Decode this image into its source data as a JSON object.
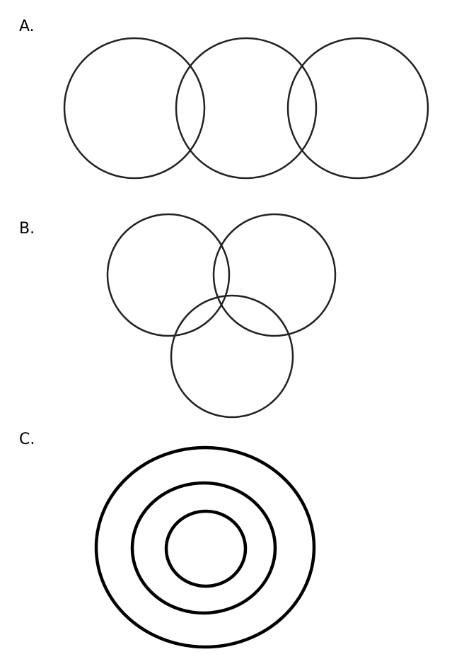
{
  "options": [
    {
      "label": "A."
    },
    {
      "label": "B."
    },
    {
      "label": "C."
    }
  ],
  "colors": {
    "stroke": "#222222",
    "stroke_light": "#8a8a8a",
    "stroke_bold": "#000000",
    "background": "#ffffff"
  }
}
